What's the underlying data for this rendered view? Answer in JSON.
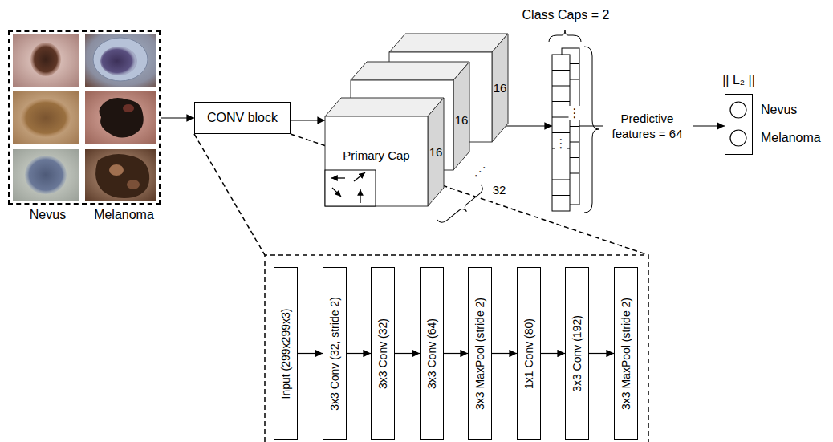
{
  "diagram": {
    "nodes": [
      {
        "text": [
          "Nevus",
          "Melanoma"
        ]
      },
      {
        "text": [
          "CONV block"
        ]
      },
      {
        "text": [
          "Primary Cap"
        ]
      },
      {
        "text": [
          "Class Caps = 2"
        ]
      },
      {
        "text": [
          "|| L₂ ||"
        ]
      },
      {
        "text": [
          "Input (299x299x3)"
        ]
      },
      {
        "text": [
          "3x3 Conv (32, stride 2)"
        ]
      },
      {
        "text": [
          "3x3 Conv (32)"
        ]
      },
      {
        "text": [
          "3x3 Conv (64)"
        ]
      },
      {
        "text": [
          "3x3 MaxPool (stride 2)"
        ]
      },
      {
        "text": [
          "1x1 Conv (80)"
        ]
      },
      {
        "text": [
          "3x3 Conv (192)"
        ]
      },
      {
        "text": [
          "3x3 MaxPool (stride 2)"
        ]
      }
    ],
    "edges": [
      {
        "from": 0,
        "to": 1,
        "arrow": "to"
      },
      {
        "from": 1,
        "to": 2,
        "arrow": "to"
      },
      {
        "from": 2,
        "to": 3,
        "arrow": "to"
      },
      {
        "from": 3,
        "to": 4,
        "label": "Predictive features = 64",
        "arrow": "to"
      },
      {
        "from": 5,
        "to": 6,
        "arrow": "to"
      },
      {
        "from": 6,
        "to": 7,
        "arrow": "to"
      },
      {
        "from": 7,
        "to": 8,
        "arrow": "to"
      },
      {
        "from": 8,
        "to": 9,
        "arrow": "to"
      },
      {
        "from": 9,
        "to": 10,
        "arrow": "to"
      },
      {
        "from": 10,
        "to": 11,
        "arrow": "to"
      },
      {
        "from": 11,
        "to": 12,
        "arrow": "to"
      }
    ],
    "labels": [
      "16",
      "16",
      "16",
      "⋰",
      "32",
      "⋮",
      "⋮",
      "Nevus",
      "Melanoma"
    ]
  }
}
